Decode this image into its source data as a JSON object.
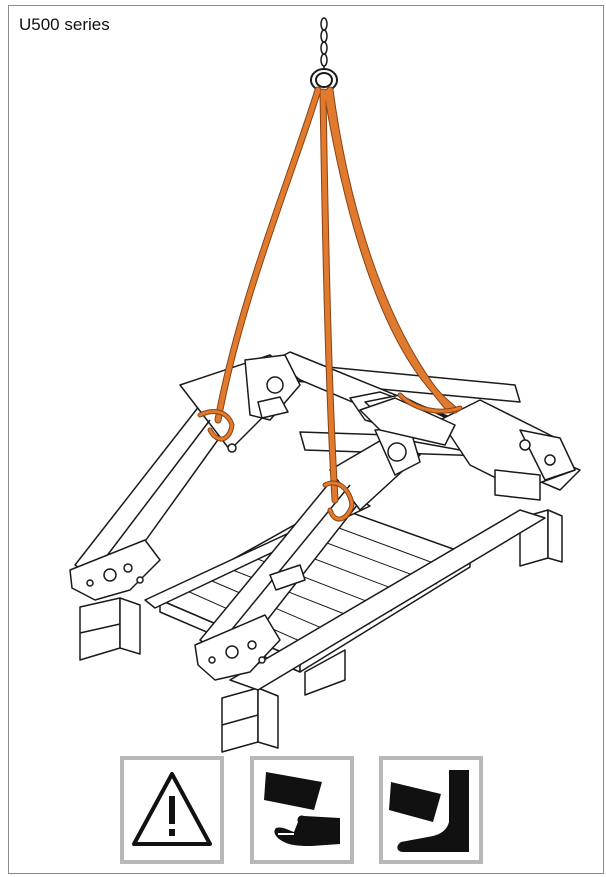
{
  "header": {
    "title": "U500 series"
  },
  "colors": {
    "frame": "#8a8a8a",
    "sling": "#e07a2e",
    "sling_edge": "#8a4212",
    "line": "#1a1a1a",
    "icon_border": "#b8b8b8"
  },
  "illustration": {
    "subject": "front-loader-on-pallet",
    "parts": [
      "lifting-chain",
      "lifting-ring",
      "lifting-slings",
      "loader-arms",
      "wooden-pallet",
      "support-blocks"
    ]
  },
  "warning_icons": [
    {
      "icon": "warning-triangle-icon"
    },
    {
      "icon": "crush-hand-icon"
    },
    {
      "icon": "crush-foot-icon"
    }
  ]
}
